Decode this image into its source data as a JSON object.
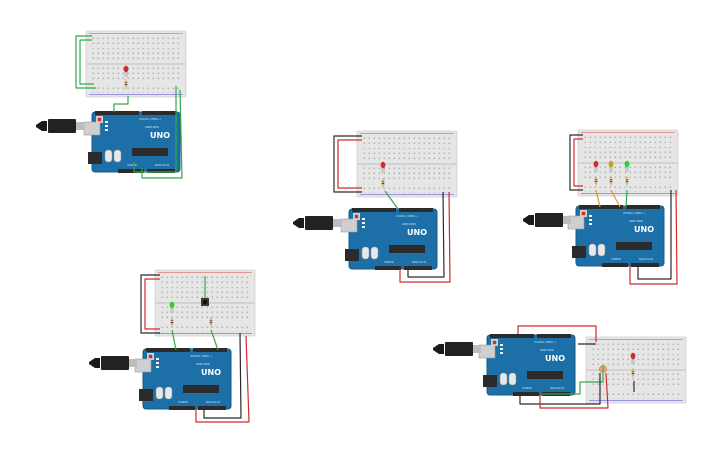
{
  "board_labels": {
    "logo": "UNO",
    "brand": "ARDUINO",
    "digital": "DIGITAL (PWM~)",
    "power": "POWER",
    "analog": "ANALOG IN"
  },
  "colors": {
    "arduino_blue": "#1d6fa7",
    "board_dark": "#155a8a",
    "breadboard": "#e6e6e6",
    "wire_red": "#d42a2a",
    "wire_black": "#2b2b2b",
    "wire_green": "#33a84a",
    "wire_orange": "#e09a2a",
    "led_red": "#d32b2b",
    "led_green": "#33cc33",
    "led_yellow": "#c8a020"
  },
  "circuits": [
    {
      "id": "circuit-1",
      "components": [
        "breadboard",
        "arduino-uno",
        "usb-cable",
        "red-led"
      ]
    },
    {
      "id": "circuit-2",
      "components": [
        "breadboard",
        "arduino-uno",
        "usb-cable",
        "green-led",
        "pushbutton"
      ]
    },
    {
      "id": "circuit-3",
      "components": [
        "breadboard",
        "arduino-uno",
        "usb-cable",
        "red-led"
      ]
    },
    {
      "id": "circuit-4",
      "components": [
        "breadboard",
        "arduino-uno",
        "usb-cable",
        "red-led",
        "yellow-led",
        "green-led"
      ]
    },
    {
      "id": "circuit-5",
      "components": [
        "breadboard",
        "arduino-uno",
        "usb-cable",
        "red-led",
        "potentiometer"
      ]
    }
  ]
}
